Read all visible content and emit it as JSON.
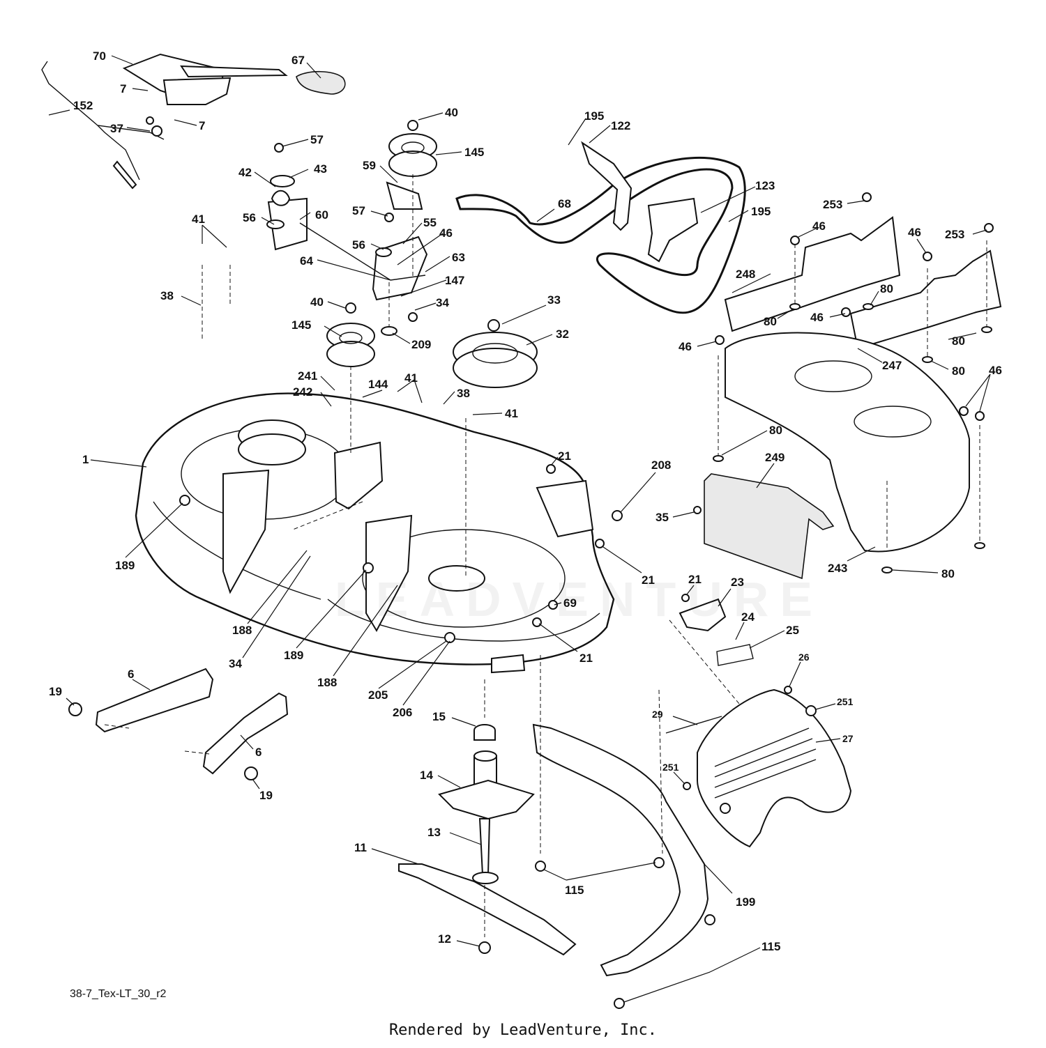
{
  "diagram": {
    "drawing_code": "38-7_Tex-LT_30_r2",
    "footer_credit": "Rendered by LeadVenture, Inc.",
    "watermark": "LEADVENTURE",
    "callouts": [
      {
        "id": "c70",
        "label": "70"
      },
      {
        "id": "c67",
        "label": "67"
      },
      {
        "id": "c7a",
        "label": "7"
      },
      {
        "id": "c152",
        "label": "152"
      },
      {
        "id": "c7b",
        "label": "7"
      },
      {
        "id": "c37",
        "label": "37"
      },
      {
        "id": "c40a",
        "label": "40"
      },
      {
        "id": "c145a",
        "label": "145"
      },
      {
        "id": "c195a",
        "label": "195"
      },
      {
        "id": "c122",
        "label": "122"
      },
      {
        "id": "c57a",
        "label": "57"
      },
      {
        "id": "c43",
        "label": "43"
      },
      {
        "id": "c59",
        "label": "59"
      },
      {
        "id": "c42",
        "label": "42"
      },
      {
        "id": "c60",
        "label": "60"
      },
      {
        "id": "c56a",
        "label": "56"
      },
      {
        "id": "c41a",
        "label": "41"
      },
      {
        "id": "c57b",
        "label": "57"
      },
      {
        "id": "c55",
        "label": "55"
      },
      {
        "id": "c68",
        "label": "68"
      },
      {
        "id": "c123",
        "label": "123"
      },
      {
        "id": "c195b",
        "label": "195"
      },
      {
        "id": "c253a",
        "label": "253"
      },
      {
        "id": "c46a",
        "label": "46"
      },
      {
        "id": "c46b",
        "label": "46"
      },
      {
        "id": "c253b",
        "label": "253"
      },
      {
        "id": "c56b",
        "label": "56"
      },
      {
        "id": "c46c",
        "label": "46"
      },
      {
        "id": "c64",
        "label": "64"
      },
      {
        "id": "c63",
        "label": "63"
      },
      {
        "id": "c38a",
        "label": "38"
      },
      {
        "id": "c147",
        "label": "147"
      },
      {
        "id": "c40b",
        "label": "40"
      },
      {
        "id": "c34a",
        "label": "34"
      },
      {
        "id": "c33",
        "label": "33"
      },
      {
        "id": "c248",
        "label": "248"
      },
      {
        "id": "c80a",
        "label": "80"
      },
      {
        "id": "c80b",
        "label": "80"
      },
      {
        "id": "c46d",
        "label": "46"
      },
      {
        "id": "c145b",
        "label": "145"
      },
      {
        "id": "c32",
        "label": "32"
      },
      {
        "id": "c209",
        "label": "209"
      },
      {
        "id": "c46e",
        "label": "46"
      },
      {
        "id": "c80c",
        "label": "80"
      },
      {
        "id": "c247",
        "label": "247"
      },
      {
        "id": "c80d",
        "label": "80"
      },
      {
        "id": "c46f",
        "label": "46"
      },
      {
        "id": "c241",
        "label": "241"
      },
      {
        "id": "c144",
        "label": "144"
      },
      {
        "id": "c41b",
        "label": "41"
      },
      {
        "id": "c242",
        "label": "242"
      },
      {
        "id": "c38b",
        "label": "38"
      },
      {
        "id": "c41c",
        "label": "41"
      },
      {
        "id": "c80e",
        "label": "80"
      },
      {
        "id": "c1",
        "label": "1"
      },
      {
        "id": "c21a",
        "label": "21"
      },
      {
        "id": "c249",
        "label": "249"
      },
      {
        "id": "c208",
        "label": "208"
      },
      {
        "id": "c35",
        "label": "35"
      },
      {
        "id": "c189a",
        "label": "189"
      },
      {
        "id": "c21b",
        "label": "21"
      },
      {
        "id": "c243",
        "label": "243"
      },
      {
        "id": "c80f",
        "label": "80"
      },
      {
        "id": "c21c",
        "label": "21"
      },
      {
        "id": "c23",
        "label": "23"
      },
      {
        "id": "c69",
        "label": "69"
      },
      {
        "id": "c24",
        "label": "24"
      },
      {
        "id": "c188a",
        "label": "188"
      },
      {
        "id": "c25",
        "label": "25"
      },
      {
        "id": "c189b",
        "label": "189"
      },
      {
        "id": "c34b",
        "label": "34"
      },
      {
        "id": "c21d",
        "label": "21"
      },
      {
        "id": "c26",
        "label": "26"
      },
      {
        "id": "c188b",
        "label": "188"
      },
      {
        "id": "c205",
        "label": "205"
      },
      {
        "id": "c19a",
        "label": "19"
      },
      {
        "id": "c6a",
        "label": "6"
      },
      {
        "id": "c251a",
        "label": "251"
      },
      {
        "id": "c206",
        "label": "206"
      },
      {
        "id": "c29",
        "label": "29"
      },
      {
        "id": "c15",
        "label": "15"
      },
      {
        "id": "c27",
        "label": "27"
      },
      {
        "id": "c6b",
        "label": "6"
      },
      {
        "id": "c14",
        "label": "14"
      },
      {
        "id": "c251b",
        "label": "251"
      },
      {
        "id": "c19b",
        "label": "19"
      },
      {
        "id": "c13",
        "label": "13"
      },
      {
        "id": "c11",
        "label": "11"
      },
      {
        "id": "c115a",
        "label": "115"
      },
      {
        "id": "c199",
        "label": "199"
      },
      {
        "id": "c12",
        "label": "12"
      },
      {
        "id": "c115b",
        "label": "115"
      }
    ]
  }
}
